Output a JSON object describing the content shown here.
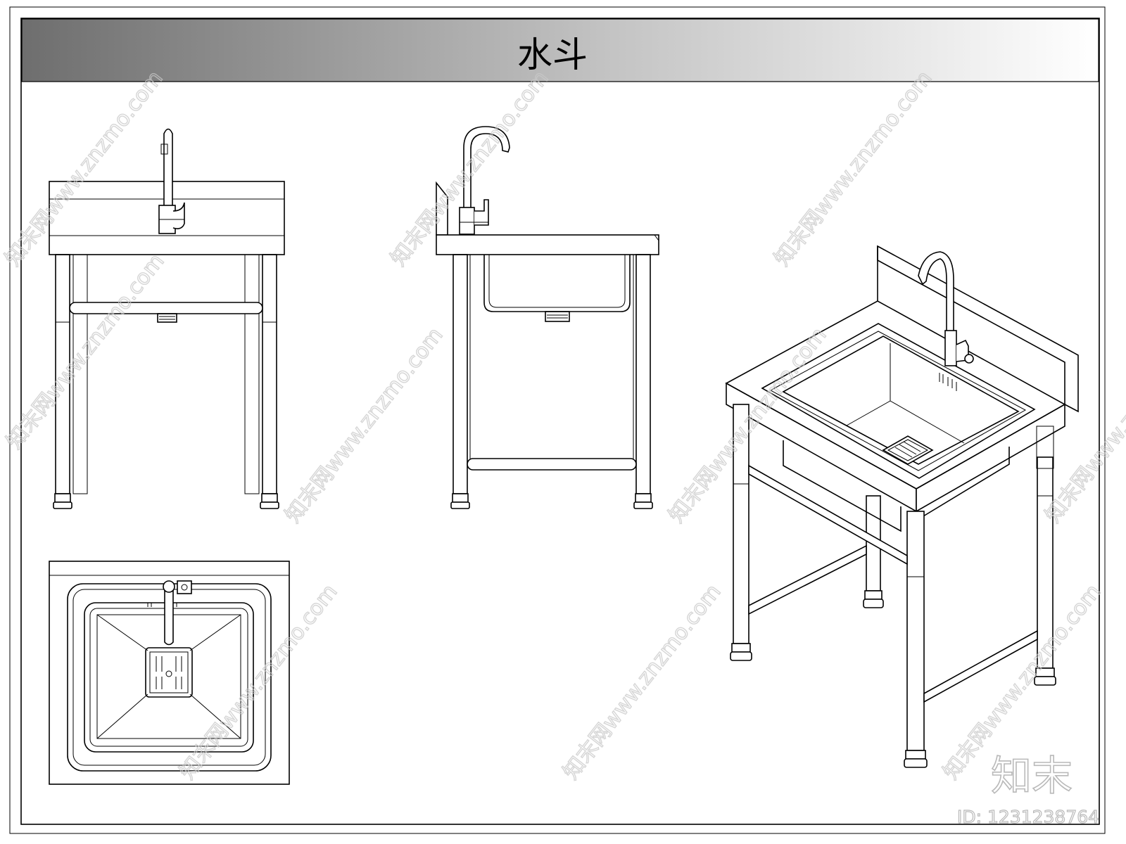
{
  "title": "水斗",
  "watermark": "知末网www.znzmo.com",
  "brand": "知末",
  "id_label": "ID: 1231238764",
  "colors": {
    "header_dark": "#6e6e6e",
    "header_light": "#ffffff",
    "line": "#000000",
    "watermark": "#c9c9c9"
  }
}
